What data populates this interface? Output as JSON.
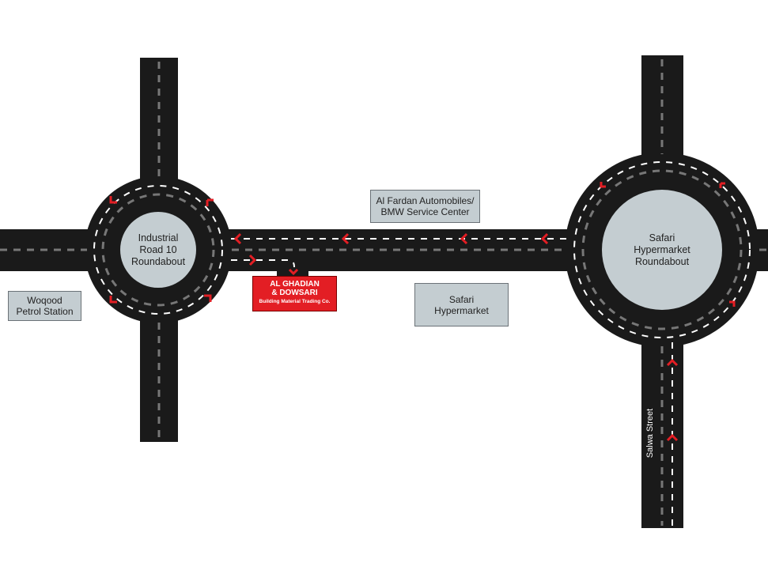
{
  "roundabouts": [
    {
      "name": "Industrial Road 10 Roundabout",
      "lines": [
        "Industrial",
        "Road 10",
        "Roundabout"
      ]
    },
    {
      "name": "Safari Hypermarket Roundabout",
      "lines": [
        "Safari",
        "Hypermarket",
        "Roundabout"
      ]
    }
  ],
  "landmarks": {
    "al_fardan": [
      "Al Fardan Automobiles/",
      "BMW Service Center"
    ],
    "safari_hypermarket": [
      "Safari",
      "Hypermarket"
    ],
    "woqood": [
      "Woqood",
      "Petrol Station"
    ]
  },
  "destination": {
    "line1": "AL GHADIAN",
    "line2": "& DOWSARI",
    "line3": "Building Material Trading Co."
  },
  "street": "Salwa Street",
  "colors": {
    "road": "#1a1a1a",
    "island": "#c4cdd1",
    "arrow": "#e31e24",
    "destination": "#e31e24"
  }
}
